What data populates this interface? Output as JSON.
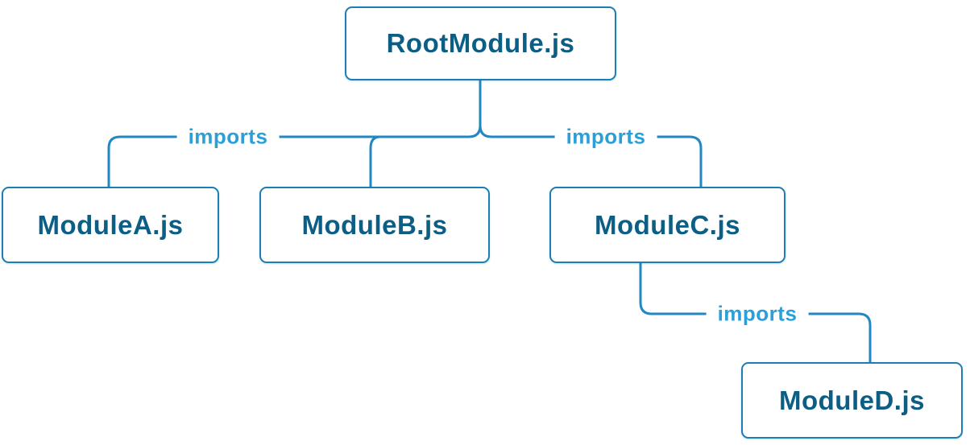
{
  "nodes": {
    "root": {
      "label": "RootModule.js"
    },
    "module_a": {
      "label": "ModuleA.js"
    },
    "module_b": {
      "label": "ModuleB.js"
    },
    "module_c": {
      "label": "ModuleC.js"
    },
    "module_d": {
      "label": "ModuleD.js"
    }
  },
  "edges": {
    "root_to_a": {
      "label": "imports"
    },
    "root_to_c": {
      "label": "imports"
    },
    "c_to_d": {
      "label": "imports"
    }
  },
  "colors": {
    "node_border": "#1b7fb5",
    "node_text": "#0d5e85",
    "line": "#2287c2",
    "edge_label": "#2b9fd8",
    "background": "#ffffff"
  }
}
